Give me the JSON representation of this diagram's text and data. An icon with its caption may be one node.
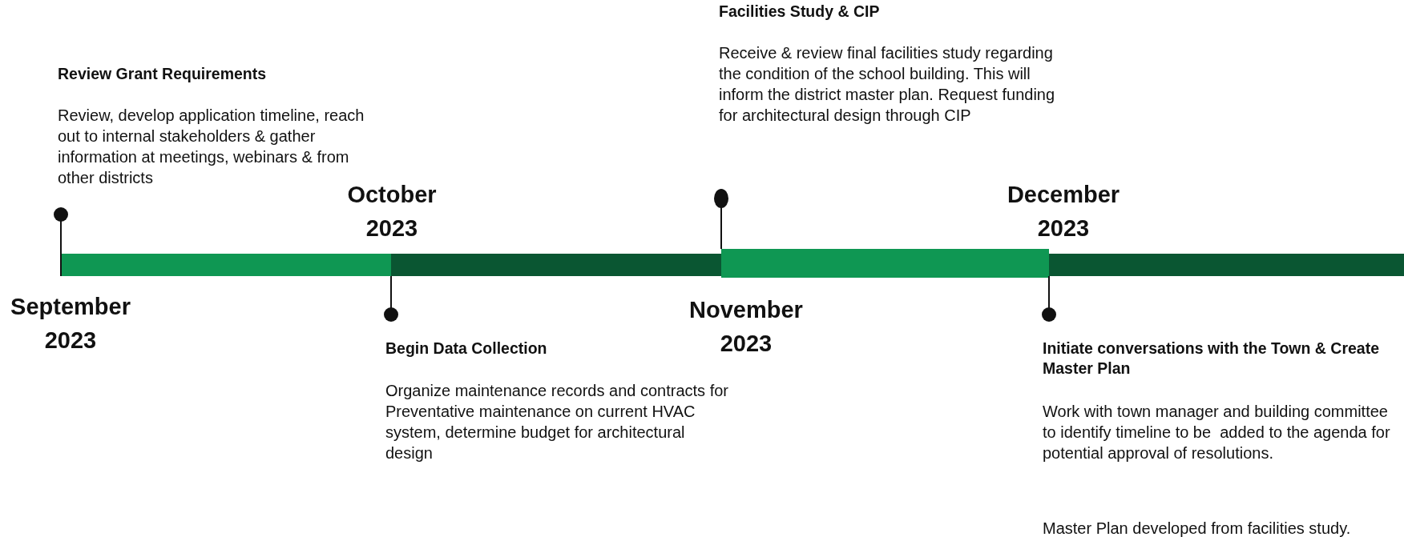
{
  "diagram": {
    "labels": [
      "September 2023",
      "Review Grant Requirements",
      "Review, develop application timeline, reach out to internal stakeholders & gather information at meetings, webinars & from other districts",
      "October 2023",
      "Begin Data Collection",
      "Organize maintenance records and contracts for Preventative maintenance on current HVAC system, determine budget for architectural design",
      "November 2023",
      "Facilities Study & CIP",
      "Receive & review final facilities study regarding the condition of the school building. This will inform the district master plan. Request funding for architectural design through CIP",
      "December 2023",
      "Initiate conversations with the Town & Create Master Plan",
      "Work with town manager and building committee to identify timeline to be  added to the agenda for potential approval of resolutions.",
      "Master Plan developed from facilities study."
    ]
  }
}
